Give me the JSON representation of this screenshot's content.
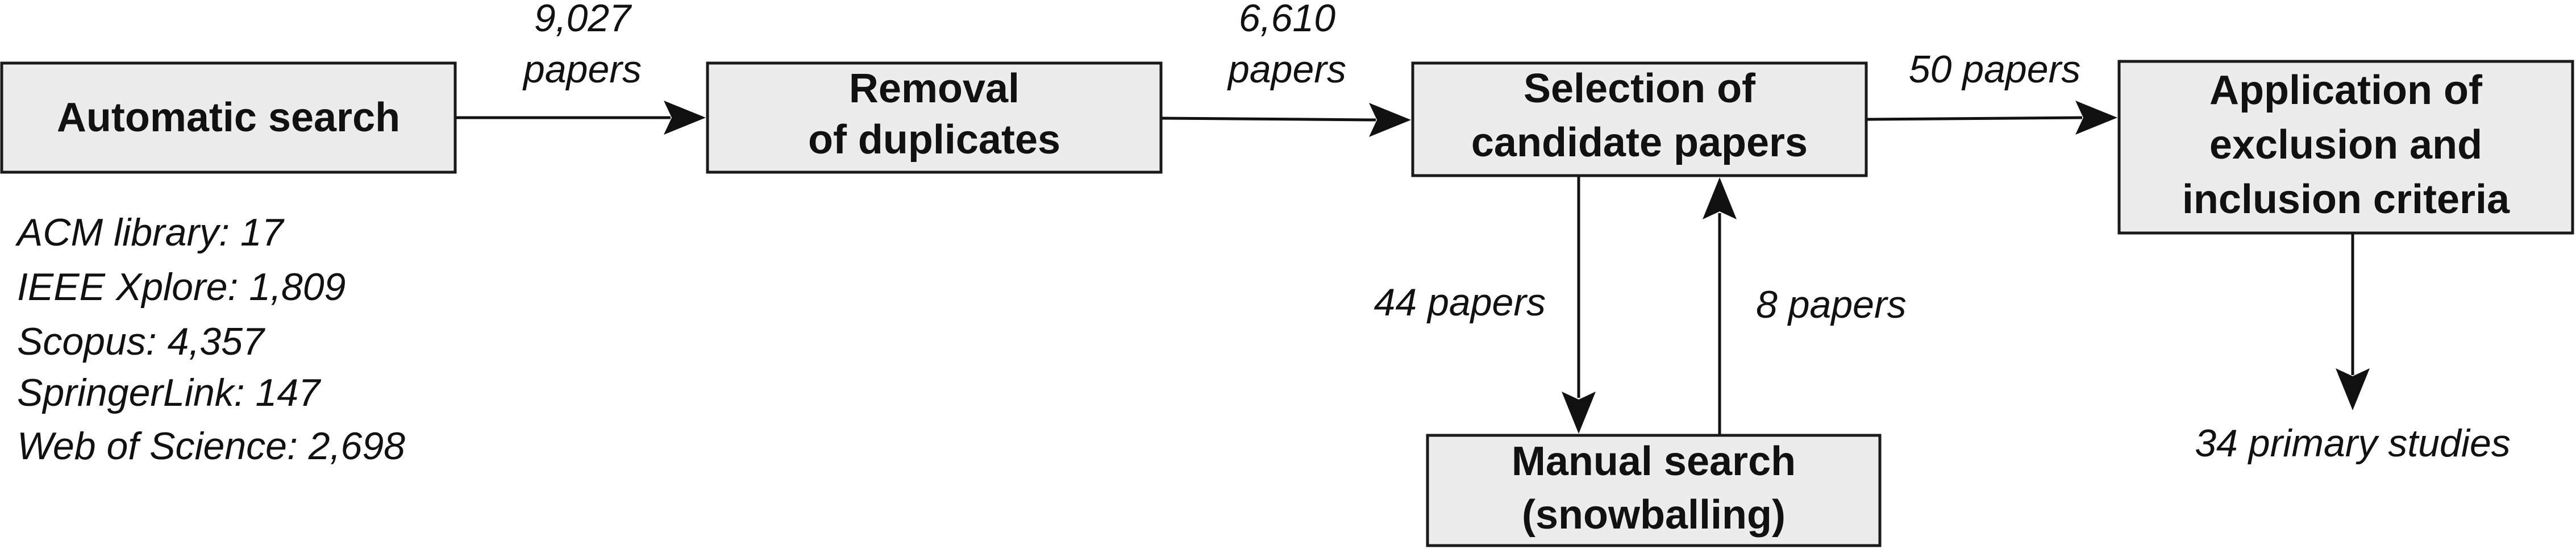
{
  "boxes": {
    "automatic_search": [
      "Automatic search"
    ],
    "removal_duplicates": [
      "Removal",
      "of duplicates"
    ],
    "selection_candidates": [
      "Selection of",
      "candidate papers"
    ],
    "application_criteria": [
      "Application of",
      "exclusion and",
      "inclusion criteria"
    ],
    "manual_search": [
      "Manual search",
      "(snowballing)"
    ]
  },
  "edge_labels": {
    "auto_to_removal": [
      "9,027",
      "papers"
    ],
    "removal_to_selection": [
      "6,610",
      "papers"
    ],
    "selection_to_application": "50 papers",
    "selection_to_manual": "44 papers",
    "manual_to_selection": "8 papers",
    "application_result": "34 primary studies"
  },
  "sources": [
    "ACM library: 17",
    "IEEE Xplore: 1,809",
    "Scopus: 4,357",
    "SpringerLink: 147",
    "Web of Science: 2,698"
  ]
}
